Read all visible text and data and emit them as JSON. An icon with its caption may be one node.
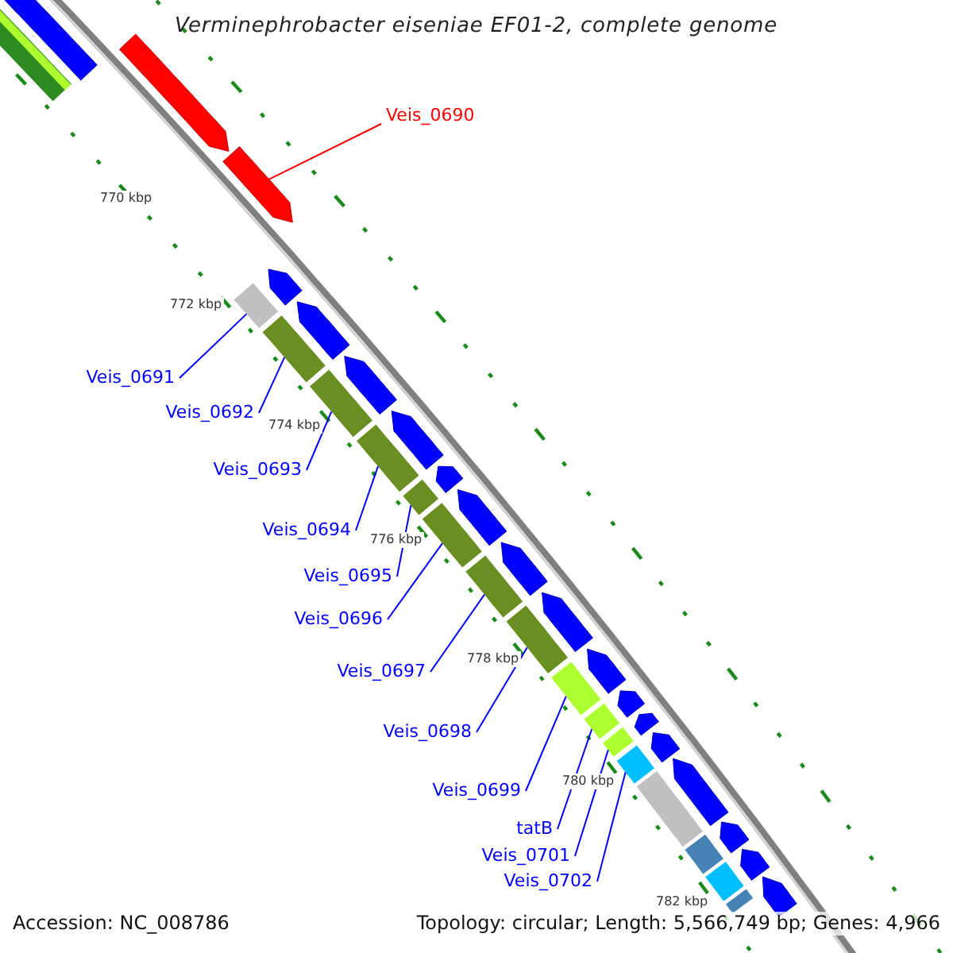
{
  "diagram": {
    "title": "Verminephrobacter eiseniae EF01-2, complete genome",
    "nodes": [
      {
        "text": [
          "Veis_0690"
        ]
      },
      {
        "text": [
          "Veis_0691"
        ]
      },
      {
        "text": [
          "Veis_0692"
        ]
      },
      {
        "text": [
          "Veis_0693"
        ]
      },
      {
        "text": [
          "Veis_0694"
        ]
      },
      {
        "text": [
          "Veis_0695"
        ]
      },
      {
        "text": [
          "Veis_0696"
        ]
      },
      {
        "text": [
          "Veis_0697"
        ]
      },
      {
        "text": [
          "Veis_0698"
        ]
      },
      {
        "text": [
          "Veis_0699"
        ]
      },
      {
        "text": [
          "tatB"
        ]
      },
      {
        "text": [
          "Veis_0701"
        ]
      },
      {
        "text": [
          "Veis_0702"
        ]
      },
      {
        "text": [],
        "shape": "arrow"
      },
      {
        "text": [],
        "shape": "bar"
      },
      {
        "text": [],
        "shape": "bar"
      },
      {
        "text": [],
        "shape": "bar"
      },
      {
        "text": [],
        "shape": "bar"
      },
      {
        "text": [],
        "shape": "bar"
      },
      {
        "text": [],
        "shape": "bar"
      },
      {
        "text": [],
        "shape": "bar"
      },
      {
        "text": [],
        "shape": "bar"
      },
      {
        "text": [],
        "shape": "bar"
      },
      {
        "text": [],
        "shape": "bar"
      },
      {
        "text": [],
        "shape": "bar"
      },
      {
        "text": [],
        "shape": "bar"
      },
      {
        "text": [],
        "shape": "arrow"
      },
      {
        "text": [],
        "shape": "arrow"
      },
      {
        "text": [],
        "shape": "arrow"
      },
      {
        "text": [],
        "shape": "arrow"
      },
      {
        "text": [],
        "shape": "arrow"
      },
      {
        "text": [],
        "shape": "arrow"
      },
      {
        "text": [],
        "shape": "arrow"
      },
      {
        "text": [],
        "shape": "arrow"
      },
      {
        "text": [],
        "shape": "arrow"
      },
      {
        "text": [],
        "shape": "arrow"
      },
      {
        "text": [],
        "shape": "arrow"
      },
      {
        "text": [],
        "shape": "arrow"
      },
      {
        "text": [],
        "shape": "arrow"
      },
      {
        "text": [],
        "shape": "arrow"
      },
      {
        "text": [],
        "shape": "arrow"
      },
      {
        "text": [],
        "shape": "arrow"
      },
      {
        "text": [],
        "shape": "arrow"
      },
      {
        "text": [],
        "shape": "bar"
      },
      {
        "text": [],
        "shape": "bar"
      },
      {
        "text": [],
        "shape": "bar"
      },
      {
        "text": [],
        "shape": "bar"
      },
      {
        "text": [],
        "shape": "bar"
      }
    ],
    "edges": [
      {
        "from": 0,
        "to": 13,
        "arrow": "none",
        "color": "#ff0000"
      },
      {
        "from": 1,
        "to": 14,
        "arrow": "none"
      },
      {
        "from": 2,
        "to": 15,
        "arrow": "none"
      },
      {
        "from": 3,
        "to": 16,
        "arrow": "none"
      },
      {
        "from": 4,
        "to": 17,
        "arrow": "none"
      },
      {
        "from": 5,
        "to": 18,
        "arrow": "none"
      },
      {
        "from": 6,
        "to": 19,
        "arrow": "none"
      },
      {
        "from": 7,
        "to": 20,
        "arrow": "none"
      },
      {
        "from": 8,
        "to": 21,
        "arrow": "none"
      },
      {
        "from": 9,
        "to": 22,
        "arrow": "none"
      },
      {
        "from": 10,
        "to": 23,
        "arrow": "none"
      },
      {
        "from": 11,
        "to": 24,
        "arrow": "none"
      },
      {
        "from": 12,
        "to": 25,
        "arrow": "none"
      }
    ],
    "labels": [
      "770 kbp",
      "772 kbp",
      "774 kbp",
      "776 kbp",
      "778 kbp",
      "780 kbp",
      "782 kbp",
      "Accession: NC_008786",
      "Topology: circular; Length: 5,566,749 bp; Genes: 4,966"
    ]
  }
}
